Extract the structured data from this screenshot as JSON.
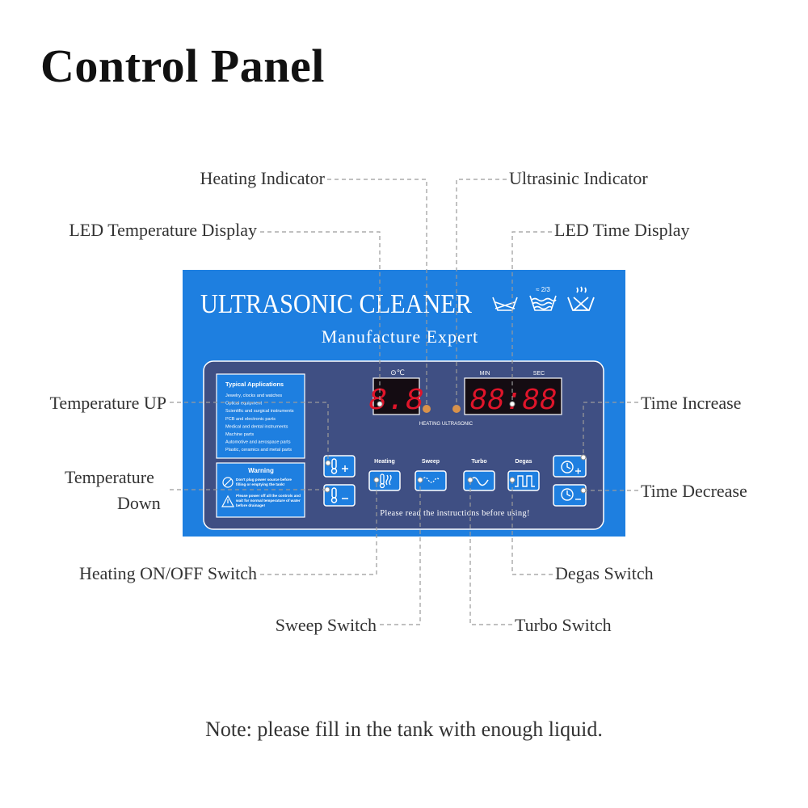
{
  "title": "Control Panel",
  "note": "Note: please fill in the tank with enough liquid.",
  "callouts": {
    "heating_indicator": "Heating Indicator",
    "ultrasonic_indicator": "Ultrasinic Indicator",
    "led_temp_display": "LED Temperature Display",
    "led_time_display": "LED Time Display",
    "temp_up": "Temperature UP",
    "temp_down_line1": "Temperature",
    "temp_down_line2": "Down",
    "time_increase": "Time Increase",
    "time_decrease": "Time Decrease",
    "heating_switch": "Heating ON/OFF Switch",
    "sweep_switch": "Sweep Switch",
    "turbo_switch": "Turbo Switch",
    "degas_switch": "Degas Switch"
  },
  "panel": {
    "brand": "ULTRASONIC CLEANER",
    "subtitle": "Manufacture Expert",
    "wash_label": "≈ 2/3",
    "temp_unit": "⊙℃",
    "temp_digits": "8.8",
    "time_digits": "88:88",
    "min_label": "MIN",
    "sec_label": "SEC",
    "heating_led_label": "HEATING",
    "ultrasonic_led_label": "ULTRASONIC",
    "btn_heating": "Heating",
    "btn_sweep": "Sweep",
    "btn_turbo": "Turbo",
    "btn_degas": "Degas",
    "instructions": "Please read the instructions before using!",
    "applications_title": "Typical Applications",
    "applications": [
      "Jewelry, clocks and watches",
      "Optical equipment",
      "Scientific and surgical instruments",
      "PCB and electronic parts",
      "Medical and dental instruments",
      "Machine parts",
      "Automotive and aerospace parts",
      "Plastic, ceramics and metal parts"
    ],
    "warning_title": "Warning",
    "warning_1a": "Don't plug power source before",
    "warning_1b": "filling or emptying the tank!",
    "warning_2a": "Please power off all the controls and",
    "warning_2b": "wait for normal temperature of water",
    "warning_2c": "before drainage!"
  },
  "colors": {
    "panel_blue": "#1e7fe0",
    "inner_panel": "#3f4f83",
    "display_bg": "#140c12",
    "led_red": "#e0152a",
    "indicator_orange": "#d9924a",
    "callout_line": "#9a9a9a"
  }
}
